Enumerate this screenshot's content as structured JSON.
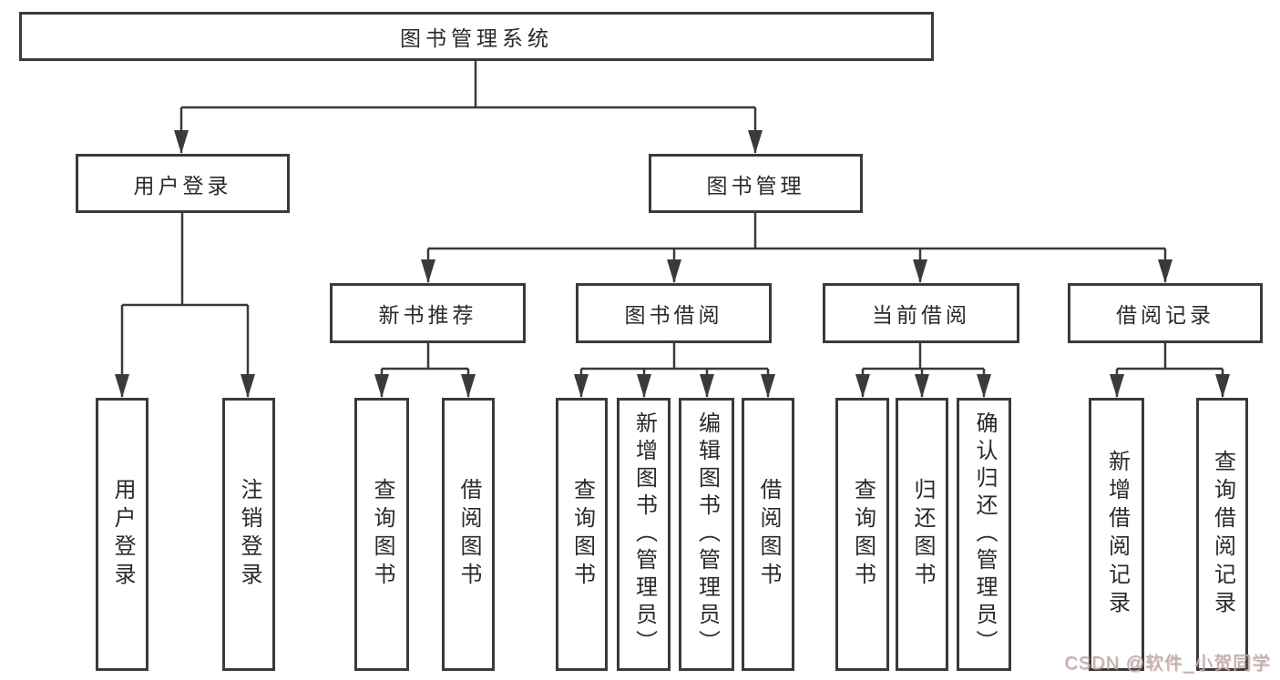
{
  "diagram": {
    "tree": {
      "label": "图书管理系统",
      "children": [
        {
          "label": "用户登录",
          "leaves": [
            "用户登录",
            "注销登录"
          ]
        },
        {
          "label": "图书管理",
          "children": [
            {
              "label": "新书推荐",
              "leaves": [
                "查询图书",
                "借阅图书"
              ]
            },
            {
              "label": "图书借阅",
              "leaves": [
                "查询图书",
                "新增图书（管理员）",
                "编辑图书（管理员）",
                "借阅图书"
              ]
            },
            {
              "label": "当前借阅",
              "leaves": [
                "查询图书",
                "归还图书",
                "确认归还（管理员）"
              ]
            },
            {
              "label": "借阅记录",
              "leaves": [
                "新增借阅记录",
                "查询借阅记录"
              ]
            }
          ]
        }
      ]
    },
    "colors": {
      "line": "#3a3a3a",
      "text": "#2a2a2a",
      "background": "#ffffff",
      "watermark_gray": "#b3b3b3",
      "watermark_shadow": "#e36e6e"
    }
  },
  "watermark": {
    "text": "CSDN @软件_小贺同学"
  }
}
